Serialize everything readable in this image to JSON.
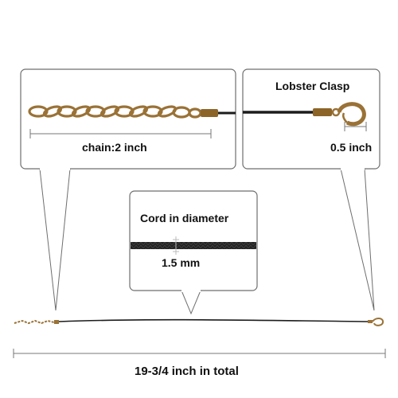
{
  "callouts": {
    "chain": {
      "label": "chain:2 inch"
    },
    "clasp": {
      "title": "Lobster Clasp",
      "measure": "0.5 inch"
    },
    "cord": {
      "title": "Cord in diameter",
      "measure": "1.5 mm"
    }
  },
  "total": {
    "label": "19-3/4 inch in total"
  },
  "colors": {
    "bronze": "#9a7236",
    "cord": "#1c1c1c",
    "line": "#555555",
    "box_border": "#6e6e6e"
  }
}
